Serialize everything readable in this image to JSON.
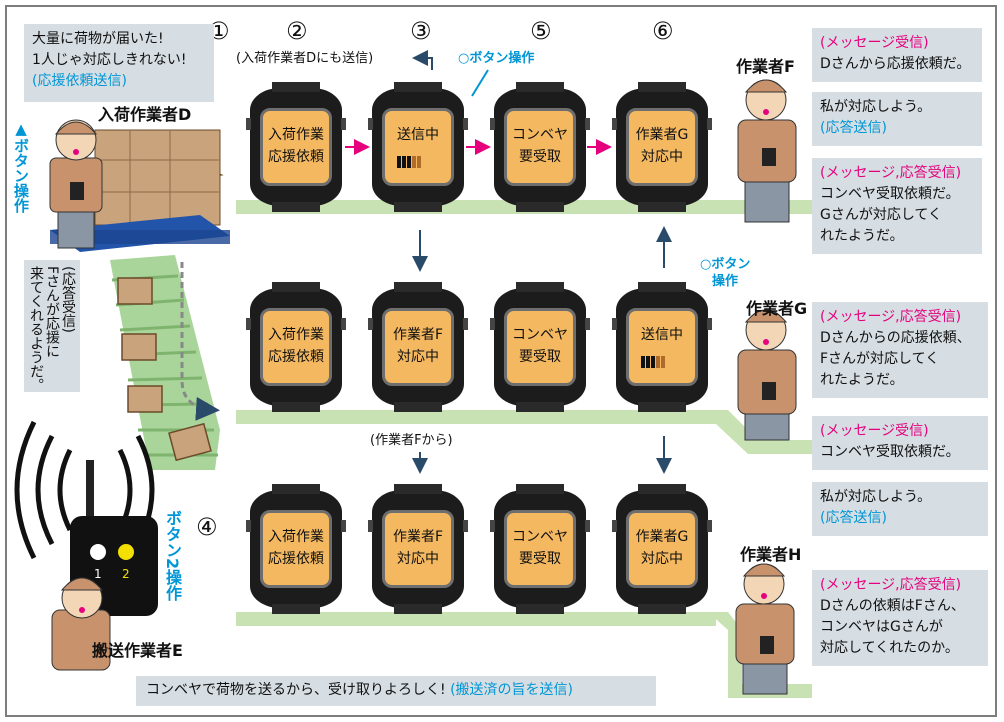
{
  "steps": [
    "①",
    "②",
    "③",
    "⑤",
    "⑥",
    "④"
  ],
  "notes": {
    "also_sent": "(入荷作業者Dにも送信)",
    "from_f": "(作業者Fから)",
    "button_op": "○ボタン操作",
    "button_op_g1": "○ボタン",
    "button_op_g2": "操作",
    "button_op_d": "▲ボタン操作",
    "button2_op_e": "ボタン2操作"
  },
  "workers": {
    "d": "入荷作業者D",
    "e": "搬送作業者E",
    "f": "作業者F",
    "g": "作業者G",
    "h": "作業者H"
  },
  "bubbles": {
    "d_top": [
      "大量に荷物が届いた!",
      "1人じゃ対応しきれない!",
      "(応援依頼送信)"
    ],
    "d_side_title": "(応答受信)",
    "d_side_col1": "Fさんが応援に",
    "d_side_col2": "来てくれるようだ。",
    "f1": [
      "(メッセージ受信)",
      "Dさんから応援依頼だ。"
    ],
    "f2": [
      "私が対応しよう。",
      "(応答送信)"
    ],
    "f3": [
      "(メッセージ,応答受信)",
      "コンベヤ受取依頼だ。",
      "Gさんが対応してく",
      "れたようだ。"
    ],
    "g1": [
      "(メッセージ,応答受信)",
      "Dさんからの応援依頼、",
      "Fさんが対応してく",
      "れたようだ。"
    ],
    "g2": [
      "(メッセージ受信)",
      "コンベヤ受取依頼だ。"
    ],
    "g3": [
      "私が対応しよう。",
      "(応答送信)"
    ],
    "h1": [
      "(メッセージ,応答受信)",
      "Dさんの依頼はFさん、",
      "コンベヤはGさんが",
      "対応してくれたのか。"
    ],
    "e_bottom_text": "コンベヤで荷物を送るから、受け取りよろしく!",
    "e_bottom_tag": "(搬送済の旨を送信)"
  },
  "remote": {
    "b1": "1",
    "b2": "2"
  },
  "watches": {
    "r1": [
      {
        "l1": "入荷作業",
        "l2": "応援依頼"
      },
      {
        "l1": "送信中",
        "l2": ""
      },
      {
        "l1": "コンベヤ",
        "l2": "要受取"
      },
      {
        "l1": "作業者G",
        "l2": "対応中"
      }
    ],
    "r2": [
      {
        "l1": "入荷作業",
        "l2": "応援依頼"
      },
      {
        "l1": "作業者F",
        "l2": "対応中"
      },
      {
        "l1": "コンベヤ",
        "l2": "要受取"
      },
      {
        "l1": "送信中",
        "l2": ""
      }
    ],
    "r3": [
      {
        "l1": "入荷作業",
        "l2": "応援依頼"
      },
      {
        "l1": "作業者F",
        "l2": "対応中"
      },
      {
        "l1": "コンベヤ",
        "l2": "要受取"
      },
      {
        "l1": "作業者G",
        "l2": "対応中"
      }
    ]
  },
  "colors": {
    "pink": "#e6007e",
    "blue": "#0096d6",
    "screen": "#f4b860",
    "bubble": "#d6dde3",
    "belt": "#c9e2b3"
  }
}
